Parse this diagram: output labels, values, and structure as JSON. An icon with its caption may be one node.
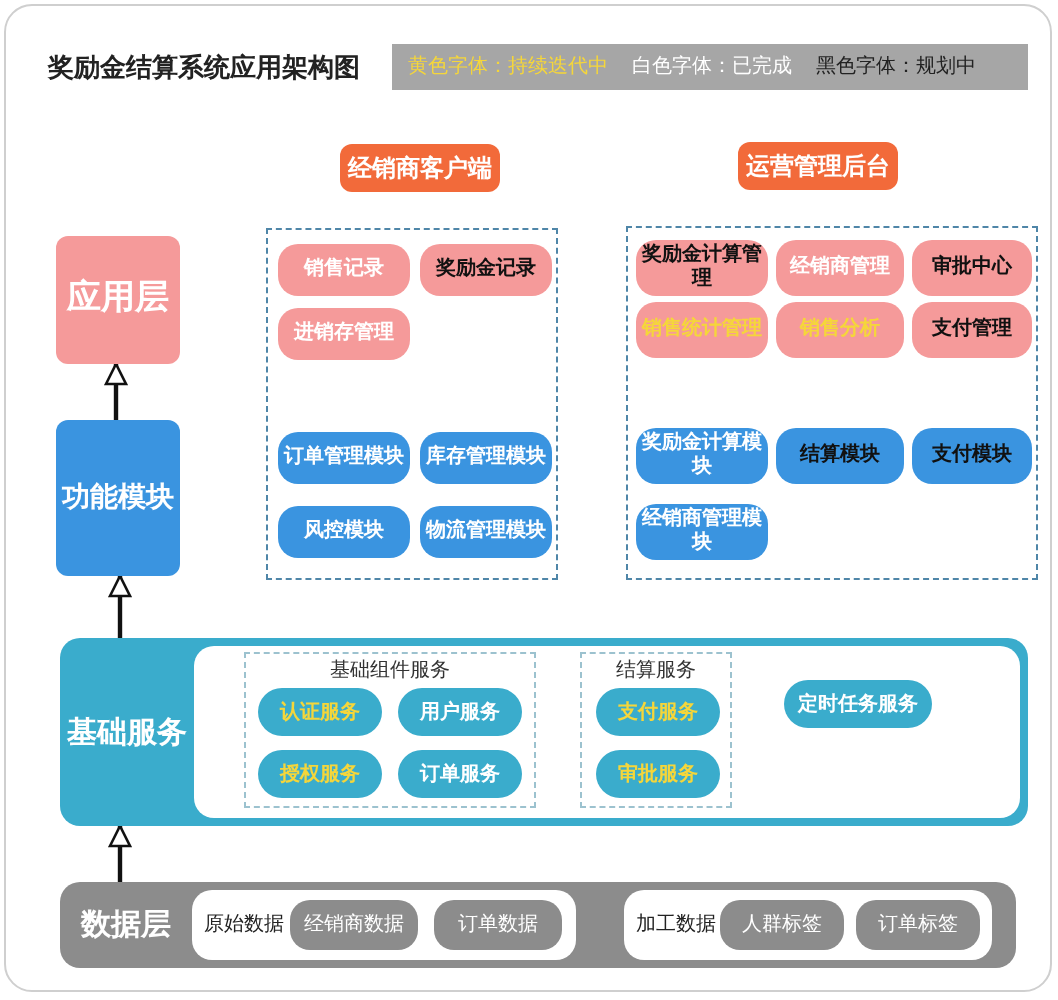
{
  "diagram": {
    "title": "奖励金结算系统应用架构图",
    "nodes": [
      {
        "text": [
          "应用层"
        ]
      },
      {
        "text": [
          "功能模块"
        ]
      },
      {
        "text": [
          "经销商客户端"
        ]
      },
      {
        "text": [
          "运营管理后台"
        ]
      },
      {
        "text": [],
        "shape": "box"
      },
      {
        "text": [
          "销售记录"
        ],
        "in": 4
      },
      {
        "text": [
          "奖励金记录"
        ],
        "in": 4
      },
      {
        "text": [
          "进销存管理"
        ],
        "in": 4
      },
      {
        "text": [
          "订单管理模块"
        ],
        "in": 4
      },
      {
        "text": [
          "库存管理模块"
        ],
        "in": 4
      },
      {
        "text": [
          "风控模块"
        ],
        "in": 4
      },
      {
        "text": [
          "物流管理模块"
        ],
        "in": 4
      },
      {
        "text": [],
        "shape": "box"
      },
      {
        "text": [
          "奖励金计算管理"
        ],
        "in": 12
      },
      {
        "text": [
          "经销商管理"
        ],
        "in": 12
      },
      {
        "text": [
          "审批中心"
        ],
        "in": 12
      },
      {
        "text": [
          "销售统计管理"
        ],
        "in": 12
      },
      {
        "text": [
          "销售分析"
        ],
        "in": 12
      },
      {
        "text": [
          "支付管理"
        ],
        "in": 12
      },
      {
        "text": [
          "奖励金计算模块"
        ],
        "in": 12
      },
      {
        "text": [
          "结算模块"
        ],
        "in": 12
      },
      {
        "text": [
          "支付模块"
        ],
        "in": 12
      },
      {
        "text": [
          "经销商管理模块"
        ],
        "in": 12
      },
      {
        "text": [
          "基础服务"
        ]
      },
      {
        "text": [],
        "shape": "box",
        "in": 23
      },
      {
        "text": [
          "基础组件服务"
        ],
        "in": 24
      },
      {
        "text": [
          "认证服务"
        ],
        "in": 25
      },
      {
        "text": [
          "用户服务"
        ],
        "in": 25
      },
      {
        "text": [
          "授权服务"
        ],
        "in": 25
      },
      {
        "text": [
          "订单服务"
        ],
        "in": 25
      },
      {
        "text": [
          "结算服务"
        ],
        "in": 24
      },
      {
        "text": [
          "支付服务"
        ],
        "in": 30
      },
      {
        "text": [
          "审批服务"
        ],
        "in": 30
      },
      {
        "text": [
          "定时任务服务"
        ],
        "in": 24
      },
      {
        "text": [
          "数据层"
        ]
      },
      {
        "text": [
          "原始数据"
        ],
        "in": 34
      },
      {
        "text": [
          "经销商数据"
        ],
        "in": 35
      },
      {
        "text": [
          "订单数据"
        ],
        "in": 35
      },
      {
        "text": [
          "加工数据"
        ],
        "in": 34
      },
      {
        "text": [
          "人群标签"
        ],
        "in": 38
      },
      {
        "text": [
          "订单标签"
        ],
        "in": 38
      }
    ],
    "edges": [
      {
        "from": 34,
        "to": 23,
        "arrow": "to"
      },
      {
        "from": 23,
        "to": 1,
        "arrow": "to"
      },
      {
        "from": 1,
        "to": 0,
        "arrow": "to"
      }
    ],
    "labels": [
      "黄色字体：持续迭代中",
      "白色字体：已完成",
      "黑色字体：规划中"
    ]
  }
}
